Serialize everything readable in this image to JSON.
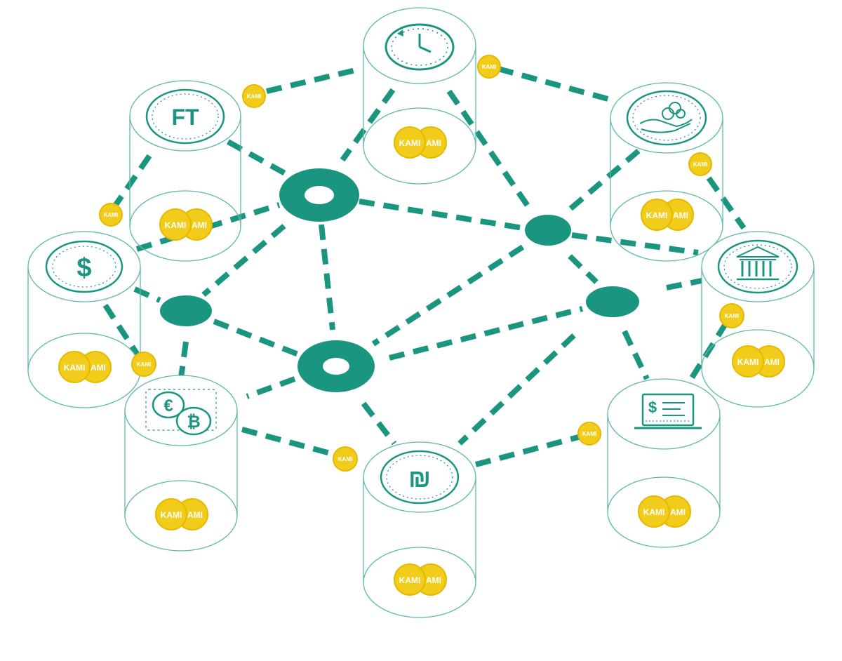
{
  "colors": {
    "teal": "#1a9680",
    "coin": "#f2cc1b",
    "coin_edge": "#e6b800",
    "cylinder_stroke": "#5fb9a6",
    "background": "#ffffff"
  },
  "coin_text": "KAMI",
  "coin_text_partial": "AMI",
  "cylinders": [
    {
      "id": "clock",
      "icon": "clock-icon",
      "label": ""
    },
    {
      "id": "ft",
      "icon": "ft-token-icon",
      "label": "FT"
    },
    {
      "id": "hand-coins",
      "icon": "hand-coins-icon",
      "label": ""
    },
    {
      "id": "dollar",
      "icon": "dollar-icon",
      "label": "$"
    },
    {
      "id": "bank",
      "icon": "bank-icon",
      "label": ""
    },
    {
      "id": "euro-bitcoin",
      "icon": "euro-bitcoin-icon",
      "label": ""
    },
    {
      "id": "invoice",
      "icon": "invoice-icon",
      "label": ""
    },
    {
      "id": "shekel",
      "icon": "shekel-icon",
      "label": "₪"
    }
  ]
}
